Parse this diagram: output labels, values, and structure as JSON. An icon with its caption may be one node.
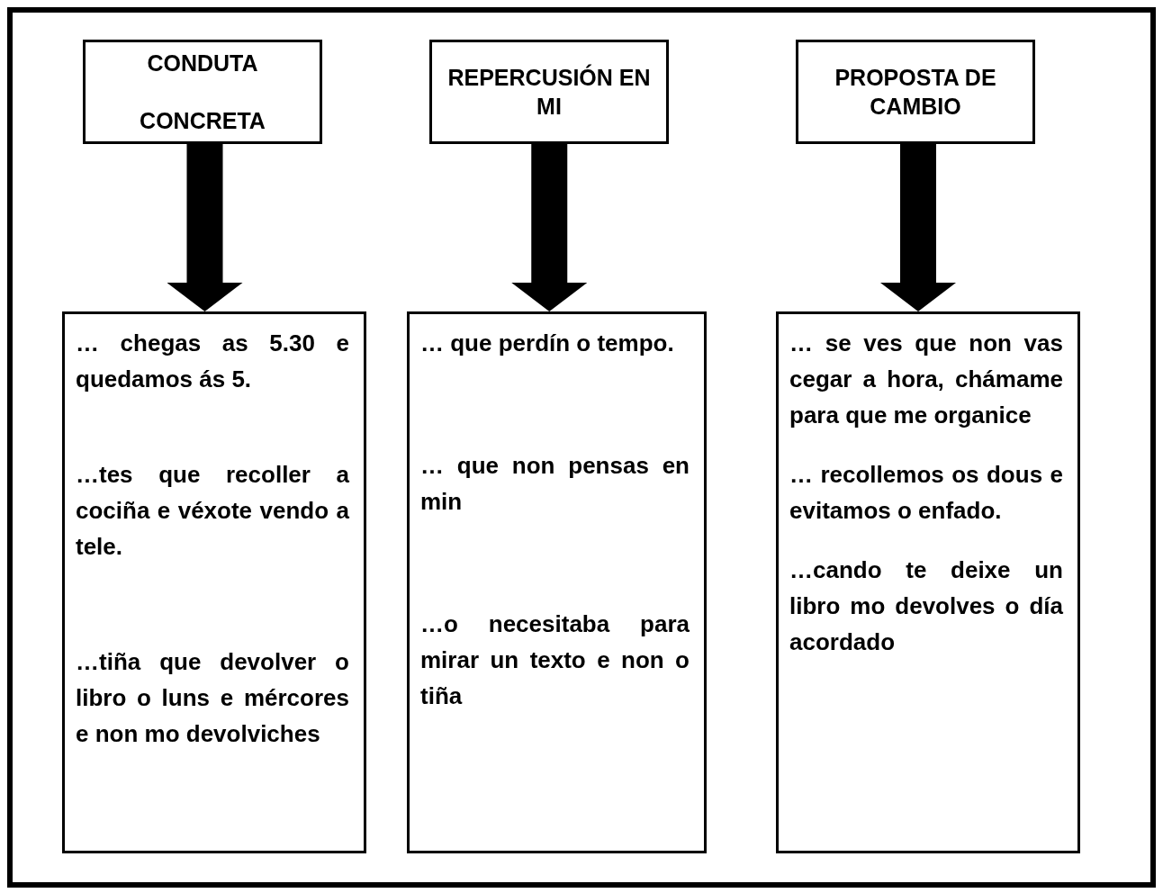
{
  "diagram": {
    "nodes": [
      {
        "text": [
          "CONDUTA CONCRETA"
        ]
      },
      {
        "text": [
          "REPERCUSIÓN EN MI"
        ]
      },
      {
        "text": [
          "PROPOSTA DE CAMBIO"
        ]
      },
      {
        "text": [
          "… chegas as 5.30 e quedamos ás 5.",
          "…tes que recoller a cociña e véxote vendo a tele.",
          "…tiña que devolver o libro o luns e mércores e non mo devolviches"
        ]
      },
      {
        "text": [
          "… que perdín o tempo.",
          "… que non pensas en min",
          "…o necesitaba para mirar un texto e non o tiña"
        ]
      },
      {
        "text": [
          "… se ves que non vas cegar a hora, chámame para que me organice",
          "… recollemos os dous e evitamos o enfado.",
          "…cando te deixe un libro mo devolves o día acordado"
        ]
      }
    ],
    "edges": [
      {
        "from": 0,
        "to": 3,
        "arrow": "to"
      },
      {
        "from": 1,
        "to": 4,
        "arrow": "to"
      },
      {
        "from": 2,
        "to": 5,
        "arrow": "to"
      }
    ]
  }
}
